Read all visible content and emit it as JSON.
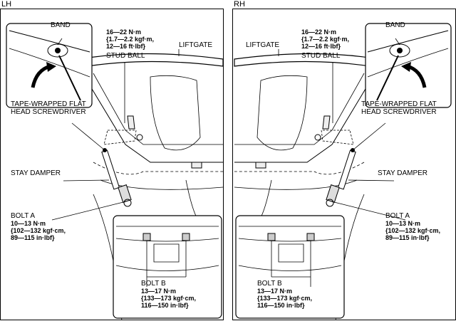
{
  "sides": {
    "left": "LH",
    "right": "RH"
  },
  "labels": {
    "band": "BAND",
    "liftgate": "LIFTGATE",
    "stud_ball": "STUD BALL",
    "tape_line1": "TAPE-WRAPPED FLAT",
    "tape_line2": "HEAD SCREWDRIVER",
    "stay_damper": "STAY DAMPER",
    "bolt_a": "BOLT A",
    "bolt_b": "BOLT B"
  },
  "torques": {
    "stud_ball": [
      "16—22 N·m",
      "{1.7—2.2 kgf·m,",
      "12—16 ft·lbf}"
    ],
    "bolt_a": [
      "10—13 N·m",
      "{102—132 kgf·cm,",
      "89—115 in·lbf}"
    ],
    "bolt_b": [
      "13—17 N·m",
      "{133—173 kgf·cm,",
      "116—150 in·lbf}"
    ]
  }
}
